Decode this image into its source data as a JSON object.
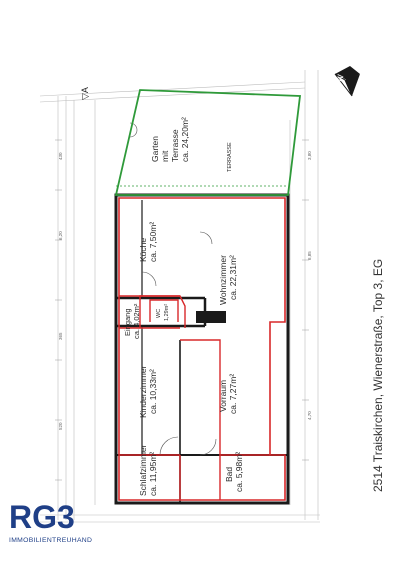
{
  "caption": "2514 Traiskirchen, Wienerstraße, Top 3, EG",
  "rooms": {
    "garten": [
      "Garten",
      "mit",
      "Terrasse",
      "ca. 24,20m²"
    ],
    "kueche": [
      "Küche",
      "ca. 7,50m²"
    ],
    "wohnzimmer": [
      "Wohnzimmer",
      "ca. 22,31m²"
    ],
    "eingang": [
      "Eingang",
      "ca. 4,02m²"
    ],
    "wc": [
      "WC",
      "1,29m²"
    ],
    "kinderzimmer": [
      "Kinderzimmer",
      "ca. 10,33m²"
    ],
    "vorraum": [
      "Vorraum",
      "ca. 7,27m²"
    ],
    "schlafzimmer": [
      "Schlafzimmer",
      "ca. 11,95m²"
    ],
    "bad": [
      "Bad",
      "ca. 5,98m²"
    ],
    "terrasse_tag": "TERRASSE"
  },
  "logo": {
    "mark": "RG3",
    "subtitle": "IMMOBILIENTREUHAND"
  },
  "colors": {
    "garden_outline": "#2f9a3a",
    "apartment_outline": "#d8282a",
    "logo_blue": "#1f3f87"
  }
}
